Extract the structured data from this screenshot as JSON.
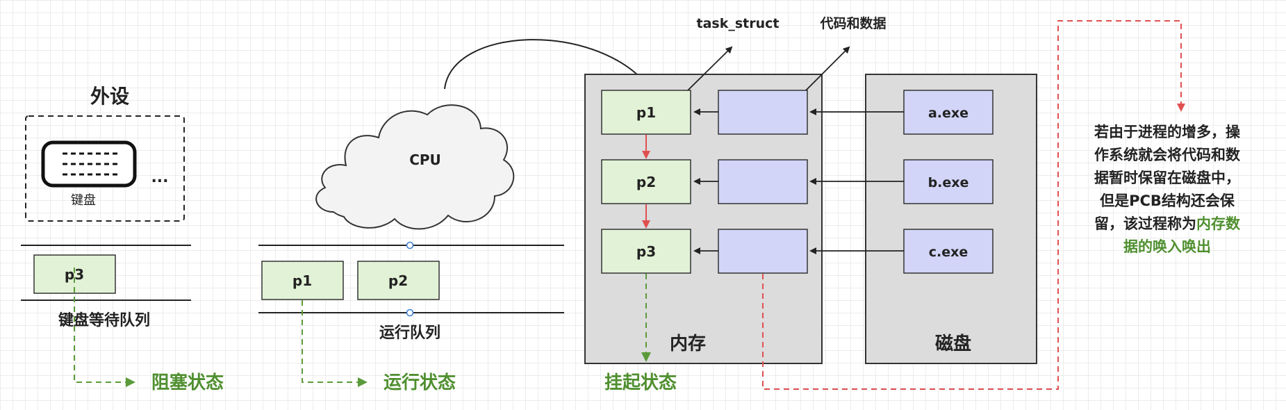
{
  "peripheral": {
    "title": "外设",
    "keyboard_label": "键盘",
    "more": "..."
  },
  "keyboard_queue": {
    "process": "p3",
    "label": "键盘等待队列",
    "state": "阻塞状态"
  },
  "run_queue": {
    "processes": [
      "p1",
      "p2"
    ],
    "label": "运行队列",
    "state": "运行状态"
  },
  "cpu": {
    "label": "CPU"
  },
  "memory": {
    "label": "内存",
    "pcbs": [
      "p1",
      "p2",
      "p3"
    ],
    "state": "挂起状态",
    "task_struct_label": "task_struct",
    "code_data_label": "代码和数据"
  },
  "disk": {
    "label": "磁盘",
    "files": [
      "a.exe",
      "b.exe",
      "c.exe"
    ]
  },
  "note": {
    "lines": [
      [
        "若由于进程的增多，操",
        ""
      ],
      [
        "作系统就会将代码和数",
        ""
      ],
      [
        "据暂时保留在磁盘中，",
        ""
      ],
      [
        "但是PCB结构还会保",
        ""
      ],
      [
        "留，该过程称为",
        "内存数"
      ],
      [
        "",
        "据的唤入唤出"
      ]
    ]
  },
  "colors": {
    "pcb_fill": "#e2f2d6",
    "data_fill": "#d2d5f7",
    "region_fill": "#dcdcdc",
    "red_arrow": "#e05050",
    "green_arrow": "#5a9a3a",
    "state_text": "#4f8f2f"
  }
}
